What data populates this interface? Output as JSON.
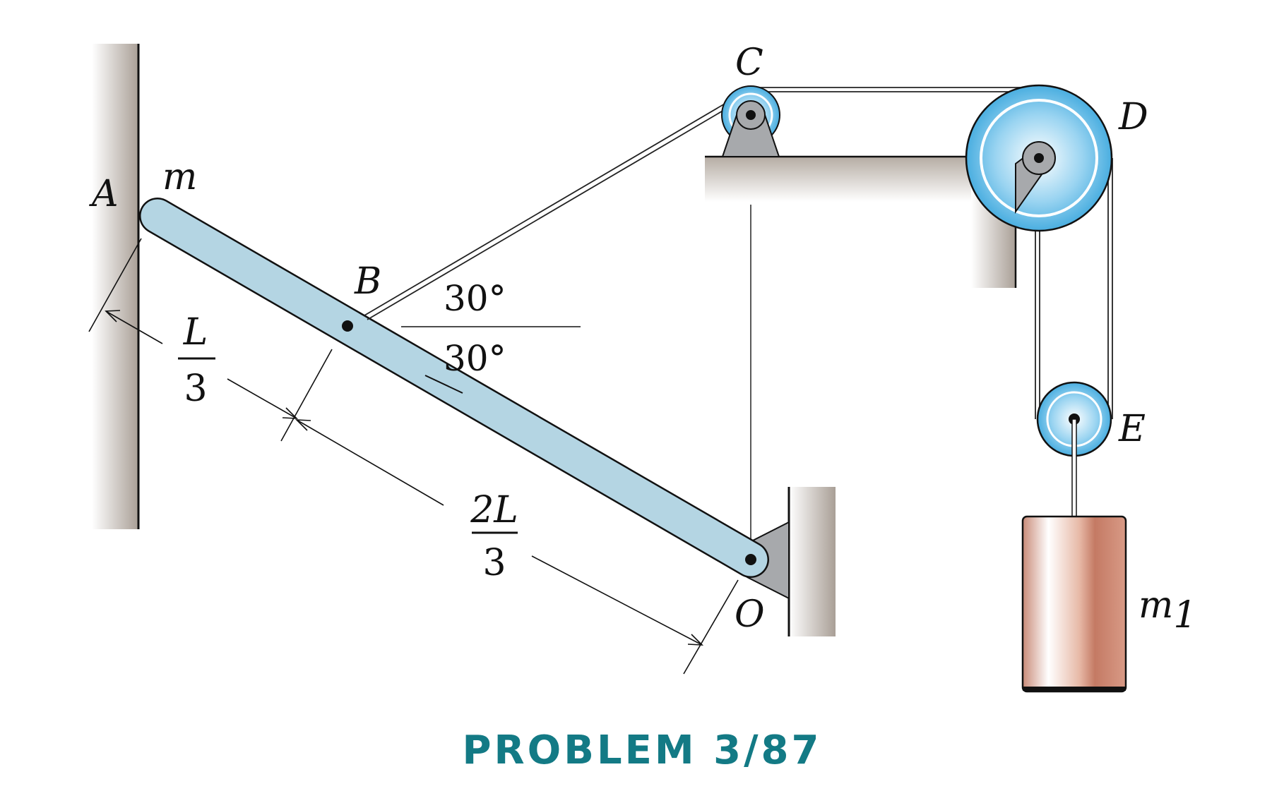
{
  "colors": {
    "bar_fill": "#b4d5e3",
    "wall_dark": "#a99f96",
    "wall_light": "#ffffff",
    "bracket_gray": "#a7a9ac",
    "pulley_blue": "#5fb8e6",
    "mass_fill": "#c98b78",
    "caption_color": "#137a85"
  },
  "labels": {
    "A": "A",
    "B": "B",
    "C": "C",
    "D": "D",
    "E": "E",
    "O": "O",
    "m": "m",
    "m1_base": "m",
    "m1_sub": "1",
    "angle_upper": "30°",
    "angle_lower": "30°",
    "dim1_num": "L",
    "dim1_den": "3",
    "dim2_num": "2L",
    "dim2_den": "3"
  },
  "caption": "PROBLEM 3/87"
}
